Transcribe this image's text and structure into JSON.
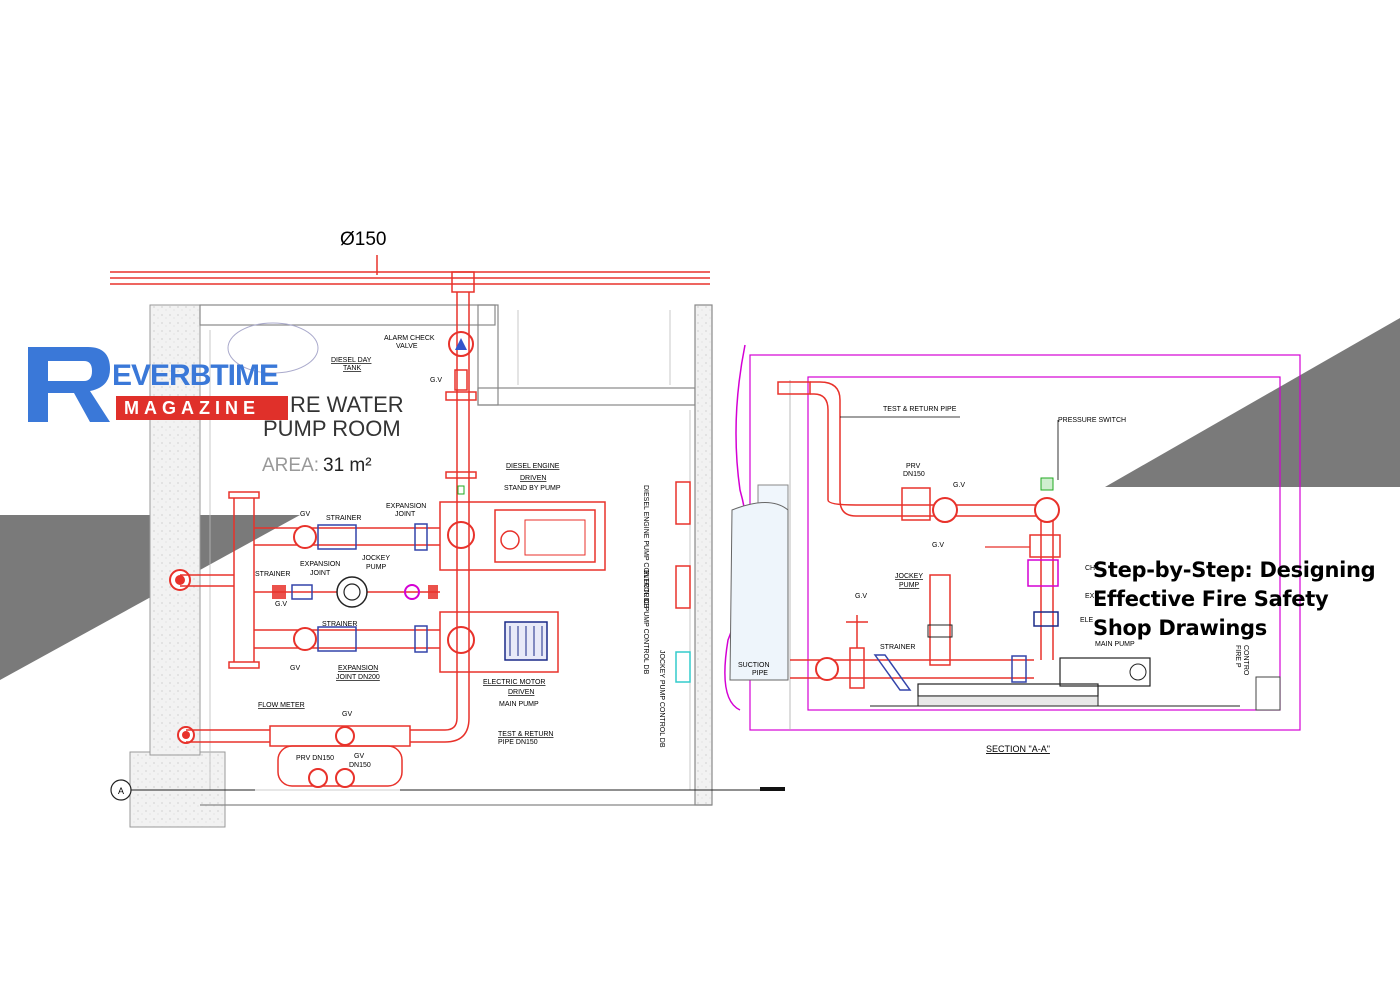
{
  "diameter_label": "Ø150",
  "room": {
    "title_line1": "RE WATER",
    "title_line2": "PUMP ROOM",
    "area_prefix": "AREA:",
    "area_value": "31 m²"
  },
  "labels": {
    "alarm_check_valve_1": "ALARM CHECK",
    "alarm_check_valve_2": "VALVE",
    "diesel_day_tank_1": "DIESEL DAY",
    "diesel_day_tank_2": "TANK",
    "gv_top": "G.V",
    "diesel_engine_1": "DIESEL ENGINE",
    "diesel_engine_2": "DRIVEN",
    "stand_by_pump": "STAND BY PUMP",
    "gv_1": "GV",
    "strainer_1": "STRAINER",
    "expansion_joint_1a": "EXPANSION",
    "expansion_joint_1b": "JOINT",
    "strainer_2": "STRAINER",
    "expansion_joint_2a": "EXPANSION",
    "expansion_joint_2b": "JOINT",
    "jockey_pump_1": "JOCKEY",
    "jockey_pump_2": "PUMP",
    "gv_2": "G.V",
    "strainer_3": "STRAINER",
    "gv_3": "GV",
    "expansion_joint_3a": "EXPANSION",
    "expansion_joint_3b": "JOINT DN200",
    "electric_motor_1": "ELECTRIC MOTOR",
    "electric_motor_2": "DRIVEN",
    "main_pump": "MAIN PUMP",
    "flow_meter": "FLOW METER",
    "gv_4": "GV",
    "gv_5": "GV",
    "prv_dn150": "PRV DN150",
    "dn150": "DN150",
    "test_return_1": "TEST & RETURN",
    "test_return_2": "PIPE DN150",
    "diesel_panel": "DIESEL ENGINE PUMP CONTROL DB",
    "electric_panel": "ELECTRIC PUMP CONTROL DB",
    "jockey_panel": "JOCKEY PUMP CONTROL DB",
    "section_marker": "A"
  },
  "section": {
    "test_return_pipe": "TEST & RETURN PIPE",
    "pressure_switch": "PRESSURE SWITCH",
    "prv_1": "PRV",
    "prv_2": "DN150",
    "gv_a": "G.V",
    "gv_b": "G.V",
    "jockey_1": "JOCKEY",
    "jockey_2": "PUMP",
    "gv_c": "G.V",
    "strainer": "STRAINER",
    "suction_1": "SUCTION",
    "suction_2": "PIPE",
    "main_pump": "MAIN PUMP",
    "check_valve_partial": "CH",
    "expansion_partial": "EX",
    "electric_partial": "ELE",
    "fire_panel_1": "FIRE P",
    "fire_panel_2": "CONTRO",
    "title": "SECTION \"A-A\""
  },
  "headline": {
    "line1": "Step-by-Step: Designing",
    "line2": "Effective Fire Safety",
    "line3": "Shop Drawings"
  },
  "logo": {
    "letter": "R",
    "word1": "EVERBTIME",
    "word2": "MAGAZINE"
  },
  "colors": {
    "pipe_red": "#e8322b",
    "magenta_wall": "#d400d4",
    "logo_blue": "#3a78d8",
    "logo_red": "#e0302a",
    "grey_triangle": "#7a7a7a"
  }
}
